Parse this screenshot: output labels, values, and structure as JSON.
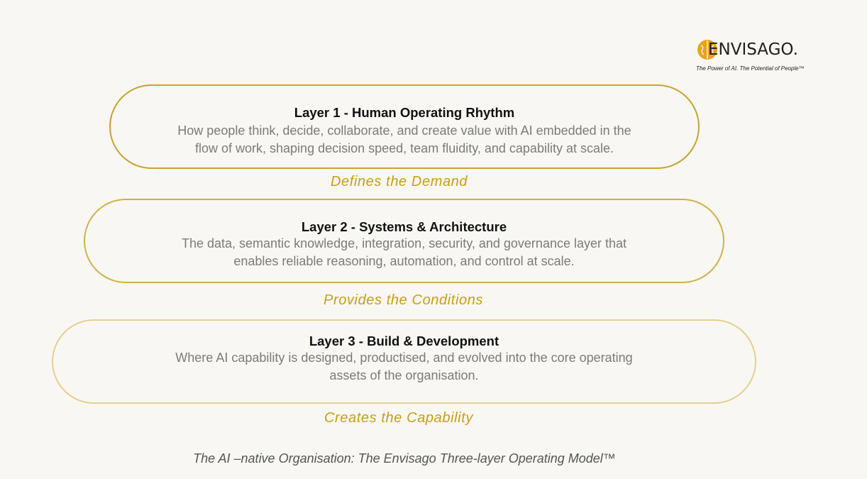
{
  "brand": {
    "logo_text": "ENVISAGO.",
    "tagline": "The Power of AI. The Potential of People™",
    "accent_color": "#e8a317"
  },
  "layers": [
    {
      "title": "Layer 1 - Human Operating Rhythm",
      "description_line1": "How people think, decide, collaborate, and create value with AI embedded in the",
      "description_line2": "flow of work, shaping decision speed, team fluidity, and capability at scale.",
      "border_color": "#c9a230"
    },
    {
      "title": "Layer 2 - Systems & Architecture",
      "description_line1": "The data, semantic knowledge, integration, security, and governance layer that",
      "description_line2": "enables reliable reasoning, automation, and control at scale.",
      "border_color": "#d1b04a"
    },
    {
      "title": "Layer 3 - Build & Development",
      "description_line1": "Where AI capability is designed, productised, and evolved into the core operating",
      "description_line2": "assets of the organisation.",
      "border_color": "#e6cf8c"
    }
  ],
  "connectors": [
    "Defines the Demand",
    "Provides the Conditions",
    "Creates the Capability"
  ],
  "caption": "The AI –native Organisation: The Envisago Three-layer Operating Model™",
  "colors": {
    "background": "#f8f7f4",
    "connector_text": "#c79f14",
    "description_text": "#7b7b7b"
  }
}
